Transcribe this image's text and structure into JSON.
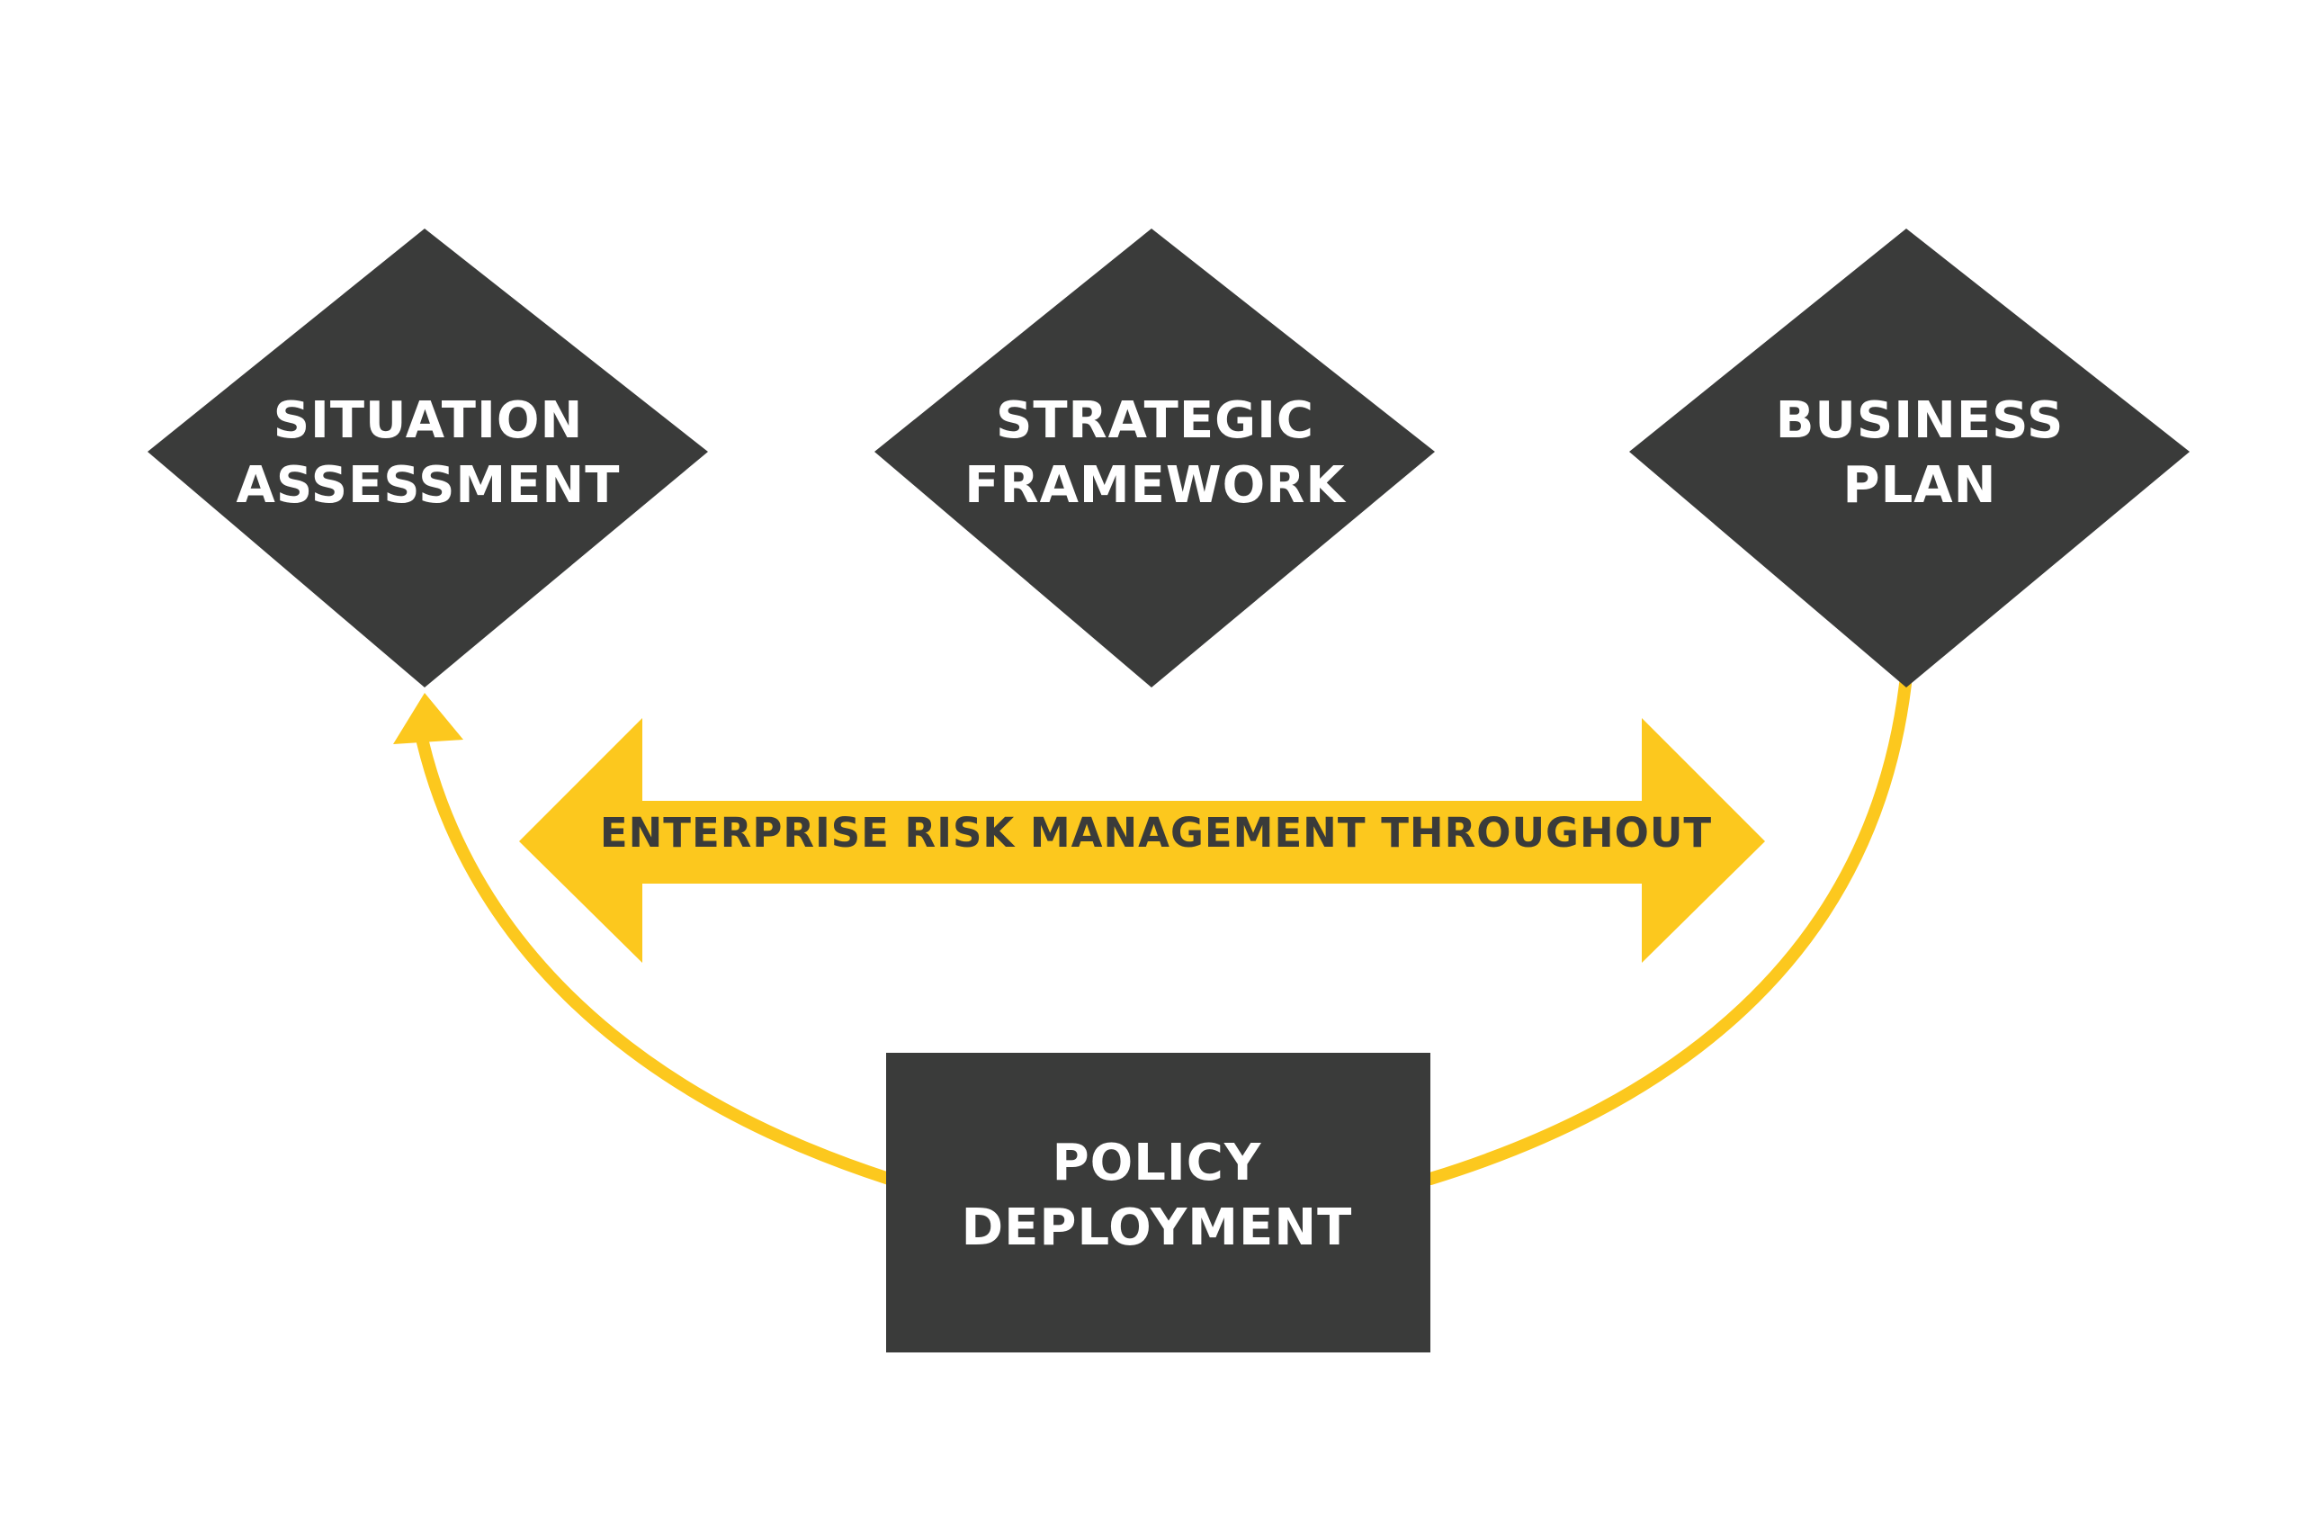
{
  "colors": {
    "node_fill": "#3a3b3a",
    "accent": "#fcc81e",
    "node_text": "#ffffff",
    "banner_text": "#3a3b3a",
    "background": "#ffffff"
  },
  "nodes": {
    "situation_assessment": {
      "line1": "SITUATION",
      "line2": "ASSESSMENT"
    },
    "strategic_framework": {
      "line1": "STRATEGIC",
      "line2": "FRAMEWORK"
    },
    "business_plan": {
      "line1": "BUSINESS",
      "line2": "PLAN"
    },
    "policy_deployment": {
      "line1": "POLICY",
      "line2": "DEPLOYMENT"
    }
  },
  "banner": {
    "label": "ENTERPRISE RISK MANAGEMENT THROUGHOUT"
  }
}
